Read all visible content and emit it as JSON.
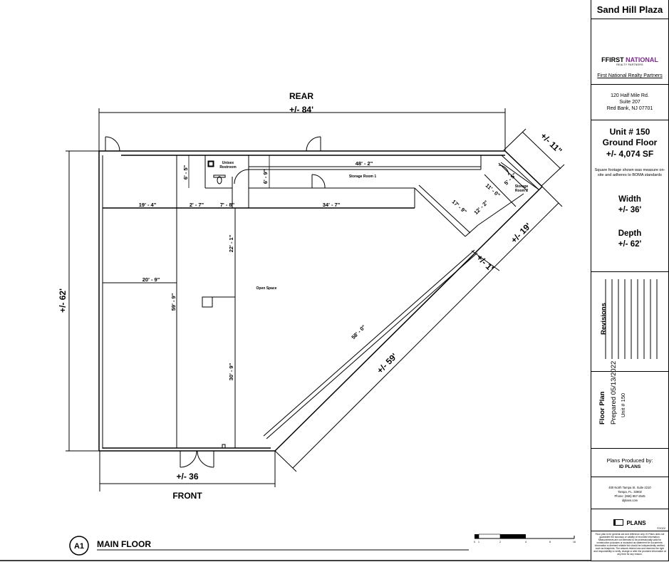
{
  "title_block": {
    "project": "Sand Hill Plaza",
    "brand": {
      "first": "FIRST",
      "second": "NATIONAL",
      "sub": "REALTY PARTNERS"
    },
    "company_link": "First National Realty Partners",
    "address": [
      "120 Half Mile Rd.",
      "Suite 207",
      "Red Bank, NJ 07701"
    ],
    "unit": [
      "Unit # 150",
      "Ground Floor",
      "+/- 4,074  SF"
    ],
    "note": "Square footage shown was measure on-site and adheres to BOMA standards",
    "width_label": "Width",
    "width_value": "+/- 36'",
    "depth_label": "Depth",
    "depth_value": "+/- 62'",
    "revisions": "Revisions",
    "sheet_title": "Floor Plan",
    "prepared": "Prepared 05/13/2022",
    "sheet_unit": "Unit # 150",
    "produced_by": "Plans Produced by:",
    "producer": "ID PLANS",
    "producer_address": [
      "400 North Tampa St. Suite 2210",
      "Tampa, FL. 33602",
      "Phone: (866) 857-2545",
      "idplans.com"
    ],
    "logo_text": "PLANS",
    "copyright": "©2022",
    "disclaimer": "Floor plan is for general use and reference only. ID Plans does not guarantee the accuracy or validity of recorded information. Measurements are not intended to be professionally valid for construction purposes or accepted as statement for documents. Information is deemed reliable but should be independently verified, such as blueprints. The artwork retains loss and reserves the right and responsibility to verify, change or alter the provided information at any time for any reason."
  },
  "plan": {
    "rear": "REAR",
    "rear_dim": "+/- 84'",
    "front": "FRONT",
    "front_dim": "+/- 36",
    "left_dim": "+/- 62'",
    "diag_dim": "+/- 59'",
    "right_dim": "+/- 19'",
    "tr_dim": "+/- 11\"",
    "small_dim": "+/- 1'",
    "dims": {
      "d48_2": "48' - 2\"",
      "d19_4": "19' - 4\"",
      "d2_7": "2' - 7\"",
      "d7_8": "7' - 8\"",
      "d34_7": "34' - 7\"",
      "d6_5": "6' - 5\"",
      "d6_9": "6' - 9\"",
      "d22_1": "22' - 1\"",
      "d20_9": "20' - 9\"",
      "d59_9": "59' - 9\"",
      "d30_9": "30' - 9\"",
      "d58_0": "58' - 0\"",
      "d17_9": "17' - 9\"",
      "d12_2": "12' - 2\"",
      "d11_0": "11' - 0\"",
      "d5_5": "5' - 5\""
    },
    "rooms": {
      "restroom1": "Unisex",
      "restroom2": "Restroom",
      "storage1": "Storage Room 1",
      "storage2a": "Storage",
      "storage2b": "Room 2",
      "open": "Open Space"
    },
    "badge": "A1",
    "sheet_name": "MAIN FLOOR",
    "scale_ticks": [
      "0",
      "1",
      "2",
      "4",
      "8",
      "16"
    ]
  }
}
